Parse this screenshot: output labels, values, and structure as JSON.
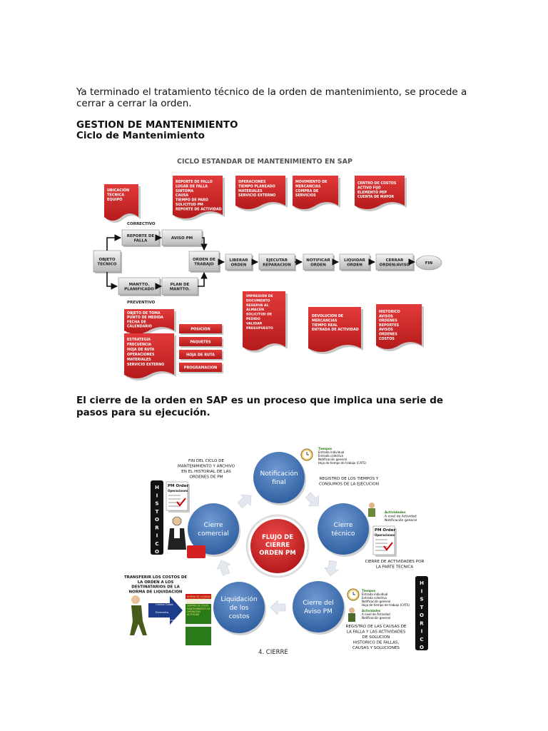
{
  "intro_text": "Ya terminado el tratamiento técnico de la orden de mantenimiento, se procede a cerrar a cerrar la orden.",
  "heading_1": "GESTION DE MANTENIMIENTO",
  "heading_2": "Ciclo de Mantenimiento",
  "heading_3": "El cierre de la orden en SAP es un proceso que implica una serie de pasos para su ejecución.",
  "diagram1": {
    "title": "CICLO ESTANDAR DE MANTENIMIENTO EN SAP",
    "correctivo": "CORRECTIVO",
    "preventivo": "PREVENTIVO",
    "nodes": {
      "objeto": [
        "OBJETO",
        "TECNICO"
      ],
      "reporte": [
        "REPORTE DE",
        "FALLA"
      ],
      "aviso": [
        "AVISO PM"
      ],
      "mantto": [
        "MANTTO.",
        "PLANIFICADO"
      ],
      "plan": [
        "PLAN DE",
        "MANTTO."
      ],
      "orden": [
        "ORDEN DE",
        "TRABAJO"
      ],
      "liberar": [
        "LIBERAR",
        "ORDEN"
      ],
      "ejecutar": [
        "EJECUTAR",
        "REPARACION"
      ],
      "notificar": [
        "NOTIFICAR",
        "ORDEN"
      ],
      "liquidar": [
        "LIQUIDAR",
        "ORDEN"
      ],
      "cerrar": [
        "CERRAR",
        "ORDEN/AVISO"
      ],
      "fin": [
        "FIN"
      ]
    },
    "docs": {
      "ubicacion": [
        "UBICACIÓN",
        "TECNICA",
        "",
        "EQUIPO"
      ],
      "reporte_falla": [
        "REPORTE DE FALLO",
        "LUGAR DE FALLA",
        "SINTOMA",
        "CAUSA",
        "TIEMPO DE PARO",
        "SOLICITUD PM",
        "REPORTE DE ACTIVIDAD"
      ],
      "operaciones": [
        "OPERACIONES",
        "TIEMPO PLANEADO",
        "MATERIALES",
        "SERVICIO EXTERNO"
      ],
      "movimiento": [
        "MOVIMIENTO DE",
        "MERCANCIAS",
        "",
        "COMPRA DE",
        "SERVICIOS"
      ],
      "centro": [
        "CENTRO DE COSTOS",
        "ACTIVO FIJO",
        "ELEMENTO PEP",
        "CUENTA DE MAYOR"
      ],
      "objeto_toma": [
        "OBJETO DE TOMA",
        "PUNTO DE MEDIDA",
        "FECHA DE",
        "CALENDARIO"
      ],
      "estrategia": [
        "ESTRATEGIA",
        "FRECUENCIA",
        "HOJA DE RUTA",
        "OPERACIONES",
        "MATERIALES",
        "SERVICIO EXTERNO"
      ],
      "impresion": [
        "IMPRESIÓN DE",
        "DOCUMENTO",
        "",
        "RESERVA AL",
        "ALMACEN",
        "",
        "SOLICITUD DE",
        "PEDIDO",
        "",
        "VALIDAR",
        "PRESUPUESTO"
      ],
      "devolucion": [
        "DEVOLUCION DE",
        "MERCANCIAS",
        "",
        "TIEMPO REAL",
        "",
        "ENTRADA DE ACTIVIDAD"
      ],
      "historico": [
        "HISTORICO",
        "AVISOS",
        "ORDENES",
        "REPORTES",
        "AVISOS",
        "ORDENES",
        "COSTOS"
      ]
    },
    "small_boxes": [
      "POSICION",
      "PAQUETES",
      "HOJA DE RUTA",
      "PROGRAMACION"
    ]
  },
  "diagram2": {
    "center": [
      "FLUJO DE",
      "CIERRE",
      "ORDEN PM"
    ],
    "circles": {
      "notificacion": [
        "Notificación",
        "final"
      ],
      "tecnico": [
        "Cierre",
        "técnico"
      ],
      "aviso": [
        "Cierre del",
        "Aviso PM"
      ],
      "liquidacion": [
        "Liquidación",
        "de los",
        "costos"
      ],
      "comercial": [
        "Cierre",
        "comercial"
      ]
    },
    "historico_letters": [
      "H",
      "I",
      "S",
      "T",
      "O",
      "R",
      "I",
      "C",
      "O"
    ],
    "pm_order": "PM Order",
    "operaciones": "Operaciones",
    "texts": {
      "fin_ciclo": [
        "FIN DEL CICLO DE",
        "MANTENIMIENTO Y ARCHIVO",
        "EN EL HISTORIAL DE LAS",
        "ORDENES DE PM"
      ],
      "registro_tiempos": [
        "REGISTRO DE LOS TIEMPOS Y",
        "CONSUMOS DE LA EJECUCION"
      ],
      "cierre_actividades": [
        "CIERRE DE ACTIVIDADES POR",
        "LA PARTE TECNICA"
      ],
      "registro_causas": [
        "REGISTRO DE LAS CAUSAS DE",
        "LA FALLA Y LAS ACTIVIDADES",
        "DE SOLUCION",
        "HISTORICO DE FALLAS,",
        "CAUSAS Y SOLUCIONES"
      ],
      "transferir": [
        "TRANSFERIR LOS COSTOS DE",
        "LA ORDEN A LOS",
        "DESTINATARIOS DE LA",
        "NORMA DE LIQUIDACION"
      ],
      "tiempos_1": [
        "Tiempos",
        "Entrada individual",
        "Entrada colectiva",
        "Notificación general",
        "Hoja de tiempo de trabajo (CATS)"
      ],
      "actividades_1": [
        "Actividades",
        "A nivel de Actividad",
        "Notificación general"
      ],
      "tiempos_2": [
        "Tiempos",
        "Entrada individual",
        "Entrada colectiva",
        "Notificación general",
        "Hoja de tiempo de trabajo (CATS)"
      ],
      "actividades_2": [
        "Actividades",
        "A nivel de Actividad",
        "Notificación general"
      ],
      "arrow_labels": [
        "Centro Coste",
        "Elemento",
        "Orden interna"
      ],
      "norma": [
        "NORMA DE LIQUIDACION",
        "",
        "MANTENIMIENTO DE",
        "OPERACION",
        "CENTRO DE COSTE",
        "",
        "MANTENIMIENTO DE",
        "OPERACION",
        "ACTIVIDAD"
      ]
    },
    "caption": "4.   CIERRE"
  }
}
